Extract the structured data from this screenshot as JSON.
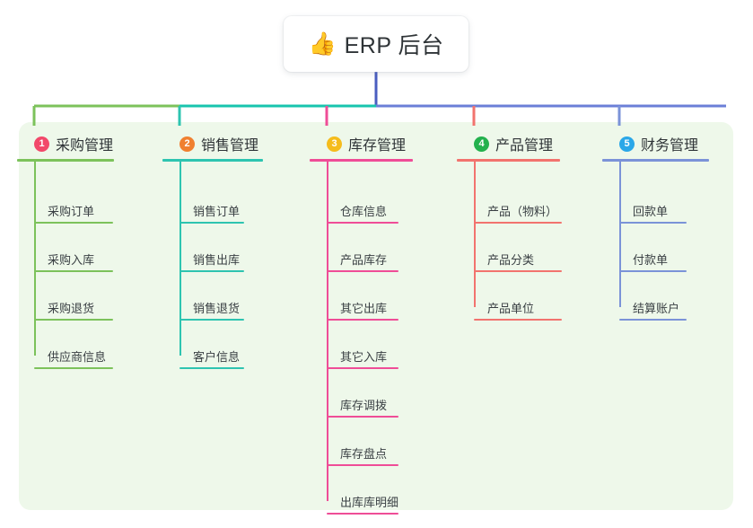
{
  "root": {
    "icon": "thumbs-up-icon",
    "icon_glyph": "👍",
    "title": "ERP 后台"
  },
  "palette": {
    "panel_bg": "#eef8ea",
    "text": "#2f3437",
    "stem": "#4a5ec0",
    "bar_left": "#7cc25b",
    "bar_mid": "#18c4ae",
    "bar_right": "#6b7fd7"
  },
  "columns": [
    {
      "index": "1",
      "title": "采购管理",
      "badge_color": "#f2486a",
      "line_color": "#7cc25b",
      "items": [
        "采购订单",
        "采购入库",
        "采购退货",
        "供应商信息"
      ]
    },
    {
      "index": "2",
      "title": "销售管理",
      "badge_color": "#f08030",
      "line_color": "#2ec4b0",
      "items": [
        "销售订单",
        "销售出库",
        "销售退货",
        "客户信息"
      ]
    },
    {
      "index": "3",
      "title": "库存管理",
      "badge_color": "#f5bc1c",
      "line_color": "#ef4d97",
      "items": [
        "仓库信息",
        "产品库存",
        "其它出库",
        "其它入库",
        "库存调拨",
        "库存盘点",
        "出库库明细"
      ]
    },
    {
      "index": "4",
      "title": "产品管理",
      "badge_color": "#23b14d",
      "line_color": "#f2736e",
      "items": [
        "产品（物料）",
        "产品分类",
        "产品单位"
      ]
    },
    {
      "index": "5",
      "title": "财务管理",
      "badge_color": "#2aa7e8",
      "line_color": "#7b93d8",
      "items": [
        "回款单",
        "付款单",
        "结算账户"
      ]
    }
  ]
}
